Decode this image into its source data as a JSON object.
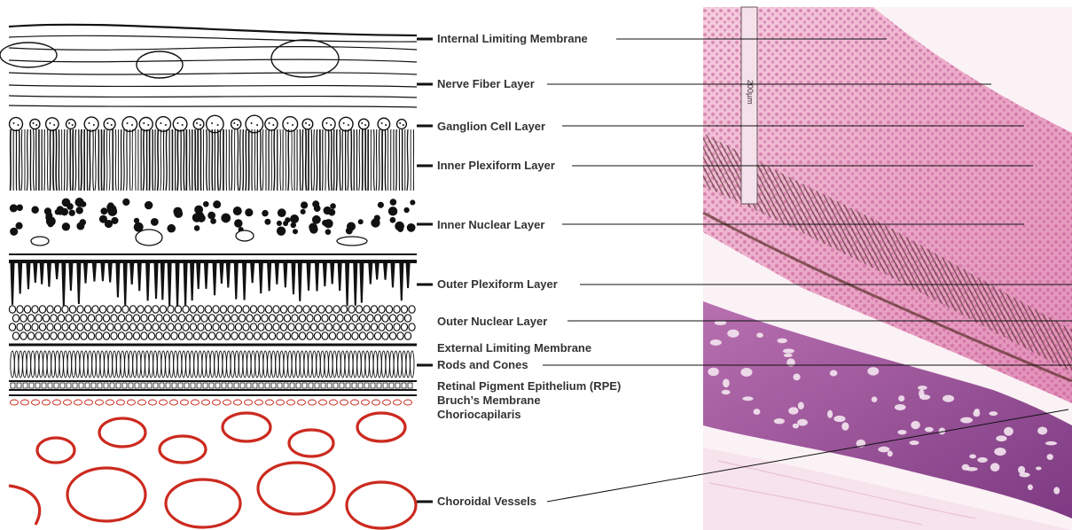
{
  "diagram": {
    "labels": [
      {
        "key": "ilm",
        "text": "Internal Limiting Membrane"
      },
      {
        "key": "nfl",
        "text": "Nerve Fiber Layer"
      },
      {
        "key": "gcl",
        "text": "Ganglion Cell Layer"
      },
      {
        "key": "ipl",
        "text": "Inner Plexiform  Layer"
      },
      {
        "key": "inl",
        "text": "Inner Nuclear Layer"
      },
      {
        "key": "opl",
        "text": "Outer Plexiform  Layer"
      },
      {
        "key": "onl",
        "text": "Outer Nuclear Layer"
      },
      {
        "key": "elm",
        "text": "External Limiting Membrane"
      },
      {
        "key": "rc",
        "text": "Rods and Cones"
      },
      {
        "key": "rpe",
        "text": "Retinal Pigment Epithelium (RPE)"
      },
      {
        "key": "bruch",
        "text": "Bruch’s Membrane"
      },
      {
        "key": "chc",
        "text": "Choriocapilaris"
      },
      {
        "key": "cv",
        "text": "Choroidal Vessels"
      }
    ],
    "scale_bar_label": "200µm"
  },
  "colors": {
    "ink": "#111111",
    "vessel_red": "#cc2a1f",
    "histology_pink": "#efb6cf",
    "histology_purple": "#8e3f8a"
  }
}
